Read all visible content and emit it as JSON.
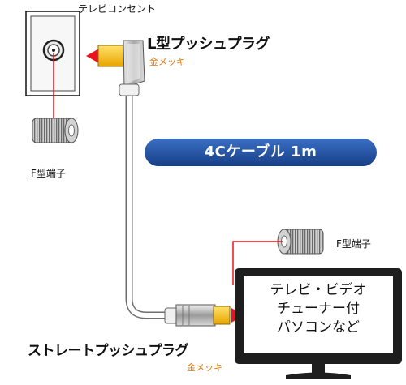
{
  "wall_outlet": {
    "label": "テレビコンセント"
  },
  "l_plug": {
    "title": "L型プッシュプラグ",
    "plating": "金メッキ"
  },
  "f_terminal_left": {
    "label": "F型端子"
  },
  "cable": {
    "title": "4Cケーブル 1m"
  },
  "f_terminal_right": {
    "label": "F型端子"
  },
  "tv": {
    "lines": [
      "テレビ・ビデオ",
      "チューナー付",
      "パソコンなど"
    ]
  },
  "straight_plug": {
    "title": "ストレートプッシュプラグ",
    "plating": "金メッキ"
  },
  "colors": {
    "accent_red": "#e8141b",
    "cable_blue": "#1e4d9b",
    "gold_text": "#e07b10",
    "plug_gold": "#f5b800"
  }
}
